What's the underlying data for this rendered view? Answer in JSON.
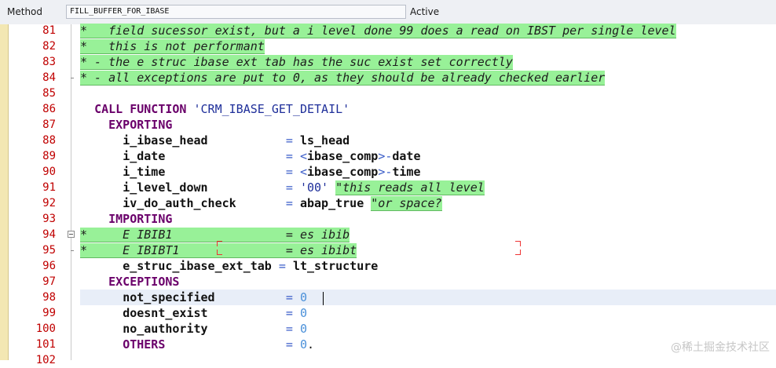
{
  "header": {
    "method_label": "Method",
    "method_value": "FILL_BUFFER_FOR_IBASE",
    "status": "Active"
  },
  "lines": [
    {
      "n": "81",
      "tokens": [
        {
          "t": "*   field sucessor exist, but a i level done 99 does a read on IBST per single level",
          "c": "cmt"
        }
      ]
    },
    {
      "n": "82",
      "tokens": [
        {
          "t": "*   this is not performant",
          "c": "cmt"
        }
      ]
    },
    {
      "n": "83",
      "tokens": [
        {
          "t": "* - the e struc ibase ext tab has the suc exist set correctly",
          "c": "cmt"
        }
      ]
    },
    {
      "n": "84",
      "tokens": [
        {
          "t": "* - all exceptions are put to 0, as they should be already checked earlier",
          "c": "cmt"
        }
      ]
    },
    {
      "n": "85",
      "tokens": []
    },
    {
      "n": "86",
      "tokens": [
        {
          "t": "  ",
          "c": "pl"
        },
        {
          "t": "CALL FUNCTION",
          "c": "kw"
        },
        {
          "t": " ",
          "c": "pl"
        },
        {
          "t": "'CRM_IBASE_GET_DETAIL'",
          "c": "str"
        }
      ]
    },
    {
      "n": "87",
      "tokens": [
        {
          "t": "    ",
          "c": "pl"
        },
        {
          "t": "EXPORTING",
          "c": "kw"
        }
      ]
    },
    {
      "n": "88",
      "tokens": [
        {
          "t": "      ",
          "c": "pl"
        },
        {
          "t": "i_ibase_head",
          "c": "id"
        },
        {
          "t": "           ",
          "c": "pl"
        },
        {
          "t": "=",
          "c": "op"
        },
        {
          "t": " ",
          "c": "pl"
        },
        {
          "t": "ls_head",
          "c": "id"
        }
      ]
    },
    {
      "n": "89",
      "tokens": [
        {
          "t": "      ",
          "c": "pl"
        },
        {
          "t": "i_date",
          "c": "id"
        },
        {
          "t": "                 ",
          "c": "pl"
        },
        {
          "t": "=",
          "c": "op"
        },
        {
          "t": " ",
          "c": "pl"
        },
        {
          "t": "<",
          "c": "op"
        },
        {
          "t": "ibase_comp",
          "c": "id"
        },
        {
          "t": ">-",
          "c": "op"
        },
        {
          "t": "date",
          "c": "id"
        }
      ]
    },
    {
      "n": "90",
      "tokens": [
        {
          "t": "      ",
          "c": "pl"
        },
        {
          "t": "i_time",
          "c": "id"
        },
        {
          "t": "                 ",
          "c": "pl"
        },
        {
          "t": "=",
          "c": "op"
        },
        {
          "t": " ",
          "c": "pl"
        },
        {
          "t": "<",
          "c": "op"
        },
        {
          "t": "ibase_comp",
          "c": "id"
        },
        {
          "t": ">-",
          "c": "op"
        },
        {
          "t": "time",
          "c": "id"
        }
      ]
    },
    {
      "n": "91",
      "tokens": [
        {
          "t": "      ",
          "c": "pl"
        },
        {
          "t": "i_level_down",
          "c": "id"
        },
        {
          "t": "           ",
          "c": "pl"
        },
        {
          "t": "=",
          "c": "op"
        },
        {
          "t": " ",
          "c": "pl"
        },
        {
          "t": "'00'",
          "c": "str"
        },
        {
          "t": " ",
          "c": "pl"
        },
        {
          "t": "\"this reads all level",
          "c": "cmt"
        }
      ]
    },
    {
      "n": "92",
      "tokens": [
        {
          "t": "      ",
          "c": "pl"
        },
        {
          "t": "iv_do_auth_check",
          "c": "id"
        },
        {
          "t": "       ",
          "c": "pl"
        },
        {
          "t": "=",
          "c": "op"
        },
        {
          "t": " ",
          "c": "pl"
        },
        {
          "t": "abap_true",
          "c": "id"
        },
        {
          "t": " ",
          "c": "pl"
        },
        {
          "t": "\"or space?",
          "c": "cmt"
        }
      ]
    },
    {
      "n": "93",
      "tokens": [
        {
          "t": "    ",
          "c": "pl"
        },
        {
          "t": "IMPORTING",
          "c": "kw"
        }
      ]
    },
    {
      "n": "94",
      "tokens": [
        {
          "t": "*     E IBIB1                = es ibib",
          "c": "cmt"
        }
      ]
    },
    {
      "n": "95",
      "tokens": [
        {
          "t": "*     E IBIBT1               = es ibibt",
          "c": "cmt"
        }
      ]
    },
    {
      "n": "96",
      "tokens": [
        {
          "t": "      ",
          "c": "pl"
        },
        {
          "t": "e_struc_ibase_ext_tab",
          "c": "id"
        },
        {
          "t": " ",
          "c": "pl"
        },
        {
          "t": "=",
          "c": "op"
        },
        {
          "t": " ",
          "c": "pl"
        },
        {
          "t": "lt_structure",
          "c": "id"
        }
      ]
    },
    {
      "n": "97",
      "tokens": [
        {
          "t": "    ",
          "c": "pl"
        },
        {
          "t": "EXCEPTIONS",
          "c": "kw"
        }
      ]
    },
    {
      "n": "98",
      "tokens": [
        {
          "t": "      ",
          "c": "pl"
        },
        {
          "t": "not_specified",
          "c": "id"
        },
        {
          "t": "          ",
          "c": "pl"
        },
        {
          "t": "=",
          "c": "op"
        },
        {
          "t": " ",
          "c": "pl"
        },
        {
          "t": "0",
          "c": "num"
        }
      ]
    },
    {
      "n": "99",
      "tokens": [
        {
          "t": "      ",
          "c": "pl"
        },
        {
          "t": "doesnt_exist",
          "c": "id"
        },
        {
          "t": "           ",
          "c": "pl"
        },
        {
          "t": "=",
          "c": "op"
        },
        {
          "t": " ",
          "c": "pl"
        },
        {
          "t": "0",
          "c": "num"
        }
      ]
    },
    {
      "n": "100",
      "tokens": [
        {
          "t": "      ",
          "c": "pl"
        },
        {
          "t": "no_authority",
          "c": "id"
        },
        {
          "t": "           ",
          "c": "pl"
        },
        {
          "t": "=",
          "c": "op"
        },
        {
          "t": " ",
          "c": "pl"
        },
        {
          "t": "0",
          "c": "num"
        }
      ]
    },
    {
      "n": "101",
      "tokens": [
        {
          "t": "      ",
          "c": "pl"
        },
        {
          "t": "OTHERS",
          "c": "kw"
        },
        {
          "t": "                 ",
          "c": "pl"
        },
        {
          "t": "=",
          "c": "op"
        },
        {
          "t": " ",
          "c": "pl"
        },
        {
          "t": "0",
          "c": "num"
        },
        {
          "t": ".",
          "c": "pl"
        }
      ]
    },
    {
      "n": "102",
      "tokens": []
    }
  ],
  "current_line": "98",
  "watermark": "@稀土掘金技术社区"
}
